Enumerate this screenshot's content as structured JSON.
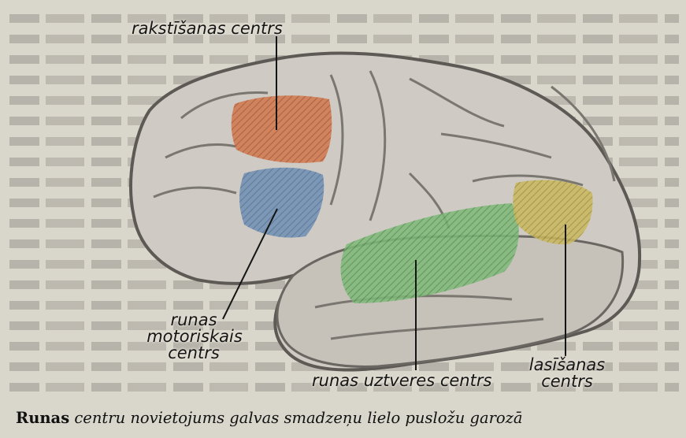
{
  "labels": {
    "writing_center": "rakstīšanas centrs",
    "motor_line1": "runas",
    "motor_line2": "motoriskais",
    "motor_line3": "centrs",
    "perception_center": "runas uztveres centrs",
    "reading_line1": "lasīšanas",
    "reading_line2": "centrs"
  },
  "caption": {
    "bold": "Runas",
    "rest": "centru novietojums galvas smadzeņu lielo pusložu garozā"
  },
  "colors": {
    "writing": "#d0764a",
    "motor": "#6f8fb3",
    "perception": "#7db878",
    "reading": "#c9b75c",
    "brain": "#cfcbc4",
    "brain_shadow": "#8a8680"
  }
}
